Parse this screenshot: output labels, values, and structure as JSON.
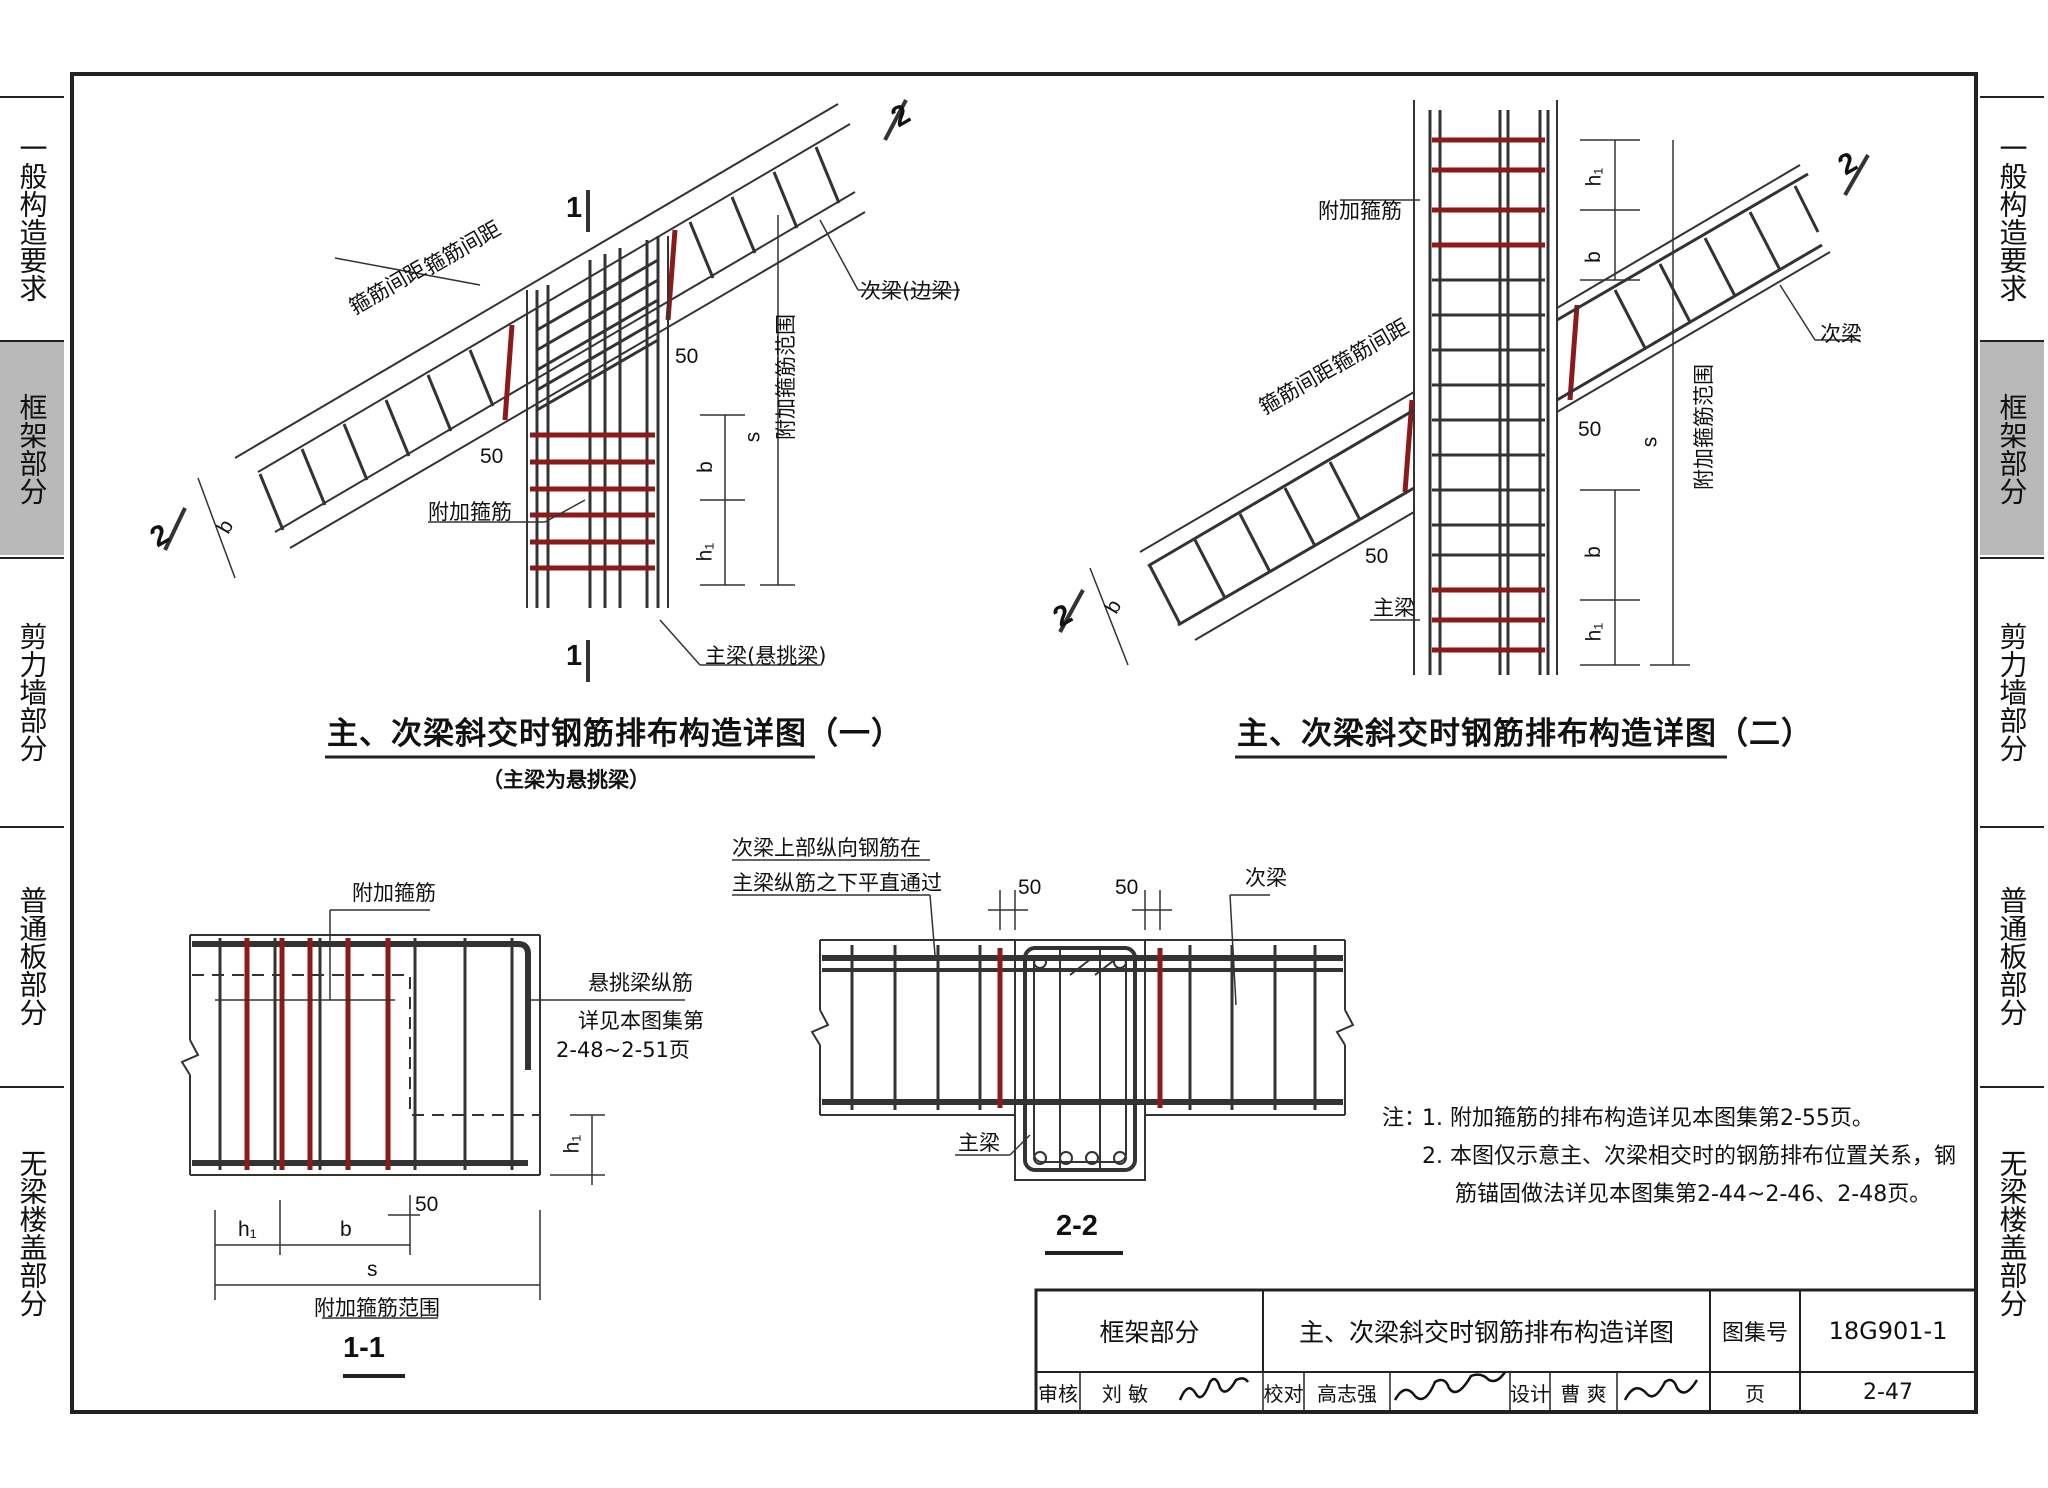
{
  "left_tabs": [
    {
      "label": "一般构造要求"
    },
    {
      "label": "框架部分",
      "active": true
    },
    {
      "label": "剪力墙部分"
    },
    {
      "label": "普通板部分"
    },
    {
      "label": "无梁楼盖部分"
    }
  ],
  "right_tabs": [
    {
      "label": "一般构造要求"
    },
    {
      "label": "框架部分",
      "active": true
    },
    {
      "label": "剪力墙部分"
    },
    {
      "label": "普通板部分"
    },
    {
      "label": "无梁楼盖部分"
    }
  ],
  "detail1": {
    "title": "主、次梁斜交时钢筋排布构造详图（一）",
    "subtitle": "（主梁为悬挑梁）",
    "spacing_label": "箍筋间距",
    "secondary_beam": "次梁(边梁)",
    "main_beam": "主梁(悬挑梁)",
    "extra_stirrup": "附加箍筋",
    "range_label": "附加箍筋范围",
    "section_mark_1": "1",
    "section_mark_2": "2",
    "dim_50": "50",
    "dim_b": "b",
    "dim_s": "s",
    "dim_h1": "h₁"
  },
  "detail2": {
    "title": "主、次梁斜交时钢筋排布构造详图（二）",
    "spacing_label": "箍筋间距",
    "extra_stirrup": "附加箍筋",
    "secondary_beam": "次梁",
    "main_beam": "主梁",
    "range_label": "附加箍筋范围",
    "section_mark_2": "2",
    "dim_50": "50",
    "dim_b": "b",
    "dim_s": "s",
    "dim_h1": "h₁"
  },
  "section_1_1": {
    "label": "1-1",
    "extra_stirrup": "附加箍筋",
    "cantilever_bar": "悬挑梁纵筋",
    "see_ref_line1": "详见本图集第",
    "see_ref_line2": "2-48~2-51页",
    "range_label": "附加箍筋范围",
    "dim_h1": "h₁",
    "dim_b": "b",
    "dim_s": "s",
    "dim_50": "50"
  },
  "section_2_2": {
    "label": "2-2",
    "note_line1": "次梁上部纵向钢筋在",
    "note_line2": "主梁纵筋之下平直通过",
    "secondary_beam": "次梁",
    "main_beam": "主梁",
    "dim_50": "50"
  },
  "notes": {
    "prefix": "注：",
    "n1": "1. 附加箍筋的排布构造详见本图集第2-55页。",
    "n2a": "2. 本图仅示意主、次梁相交时的钢筋排布位置关系，钢",
    "n2b": "筋锚固做法详见本图集第2-44~2-46、2-48页。"
  },
  "title_block": {
    "category": "框架部分",
    "drawing_title": "主、次梁斜交时钢筋排布构造详图",
    "atlas_no_label": "图集号",
    "atlas_no": "18G901-1",
    "review_label": "审核",
    "reviewer": "刘 敏",
    "check_label": "校对",
    "checker": "高志强",
    "design_label": "设计",
    "designer": "曹 爽",
    "page_label": "页",
    "page_no": "2-47"
  },
  "colors": {
    "rebar_red": "#8b1a1a",
    "line": "#222222",
    "tab_active": "#b9b9b9"
  }
}
